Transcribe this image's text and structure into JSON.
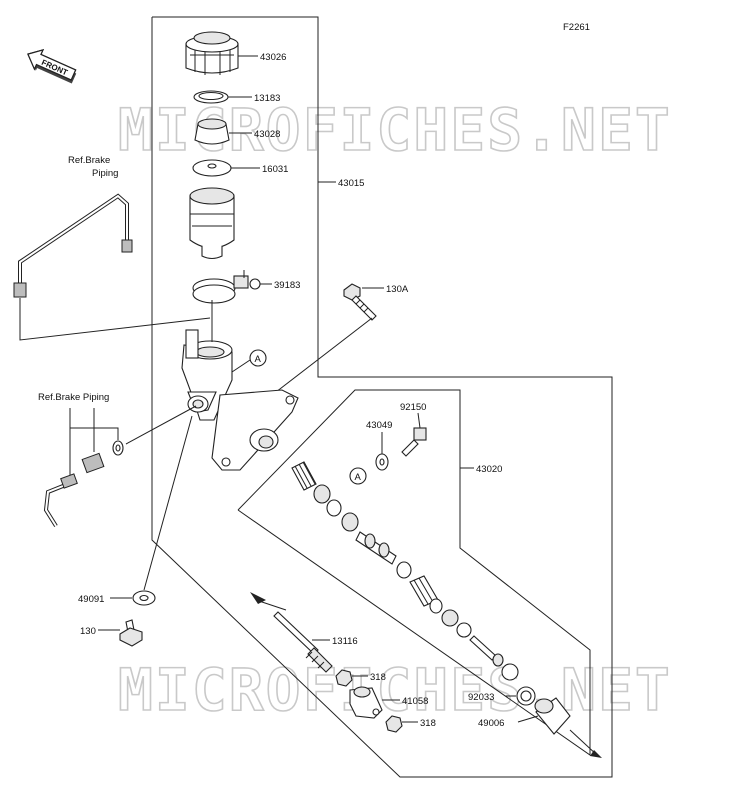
{
  "diagram": {
    "figure_code": "F2261",
    "front_label": "FRONT",
    "watermark": "MICROFICHES.NET",
    "ref_top": {
      "line1": "Ref.Brake",
      "line2": "Piping"
    },
    "ref_left": "Ref.Brake Piping",
    "callout_letter": "A",
    "labels": {
      "p43026": "43026",
      "p13183": "13183",
      "p43028": "43028",
      "p16031": "16031",
      "p43015": "43015",
      "p39183": "39183",
      "p130A": "130A",
      "p92150": "92150",
      "p43049": "43049",
      "p43020": "43020",
      "p49091": "49091",
      "p130": "130",
      "p13116": "13116",
      "p318a": "318",
      "p41058": "41058",
      "p318b": "318",
      "p92033": "92033",
      "p49006": "49006"
    }
  }
}
